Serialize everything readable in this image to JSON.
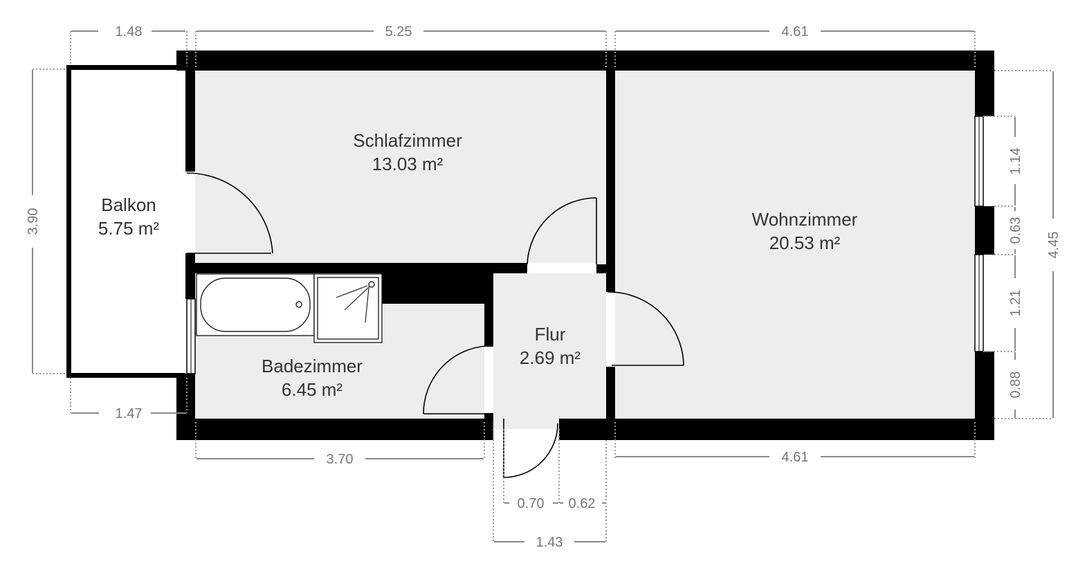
{
  "rooms": {
    "schlafzimmer": {
      "name": "Schlafzimmer",
      "area": "13.03 m²"
    },
    "wohnzimmer": {
      "name": "Wohnzimmer",
      "area": "20.53 m²"
    },
    "balkon": {
      "name": "Balkon",
      "area": "5.75 m²"
    },
    "badezimmer": {
      "name": "Badezimmer",
      "area": "6.45 m²"
    },
    "flur": {
      "name": "Flur",
      "area": "2.69 m²"
    }
  },
  "dimensions": {
    "top_balkon": "1.48",
    "top_schlafzimmer": "5.25",
    "top_wohnzimmer": "4.61",
    "left_balkon_height": "3.90",
    "bottom_balkon": "1.47",
    "bottom_badezimmer": "3.70",
    "bottom_wohnzimmer": "4.61",
    "door_left": "0.70",
    "door_right": "0.62",
    "flur_width": "1.43",
    "right_segment_1": "1.14",
    "right_segment_2": "0.63",
    "right_segment_3": "1.21",
    "right_segment_4": "0.88",
    "right_total": "4.45"
  },
  "colors": {
    "wall": "#000000",
    "floor": "#ededed",
    "dimension": "#8a8a8a"
  }
}
